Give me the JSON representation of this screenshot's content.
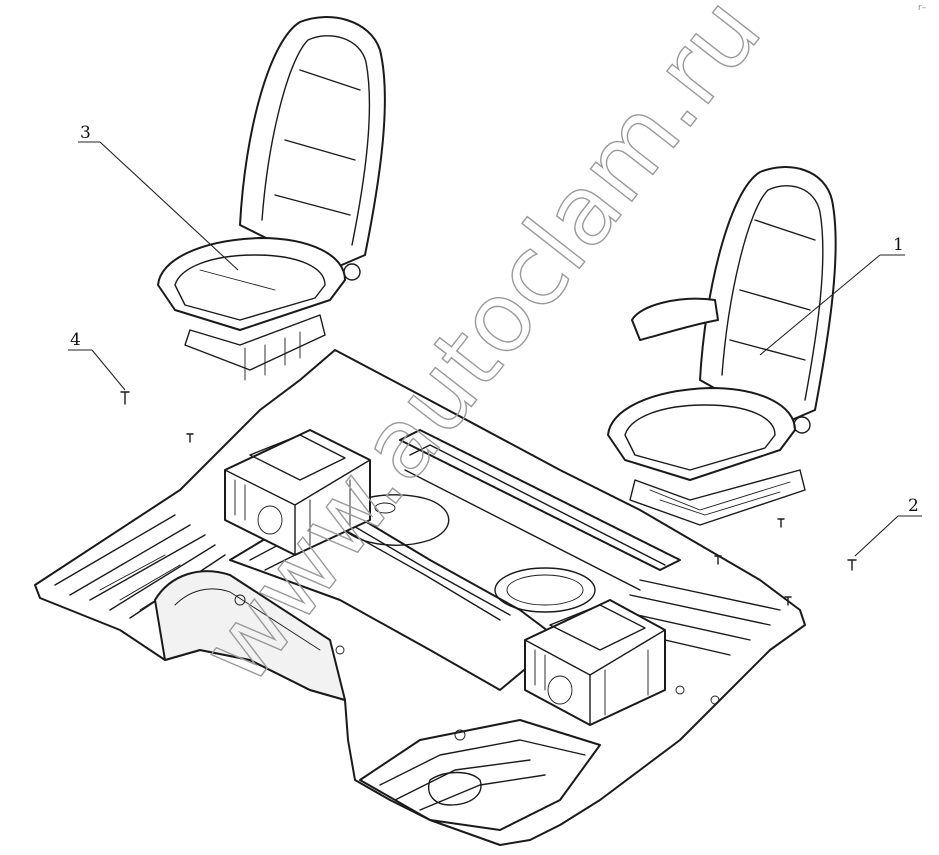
{
  "diagram": {
    "callouts": [
      {
        "id": "1",
        "label": "1"
      },
      {
        "id": "2",
        "label": "2"
      },
      {
        "id": "3",
        "label": "3"
      },
      {
        "id": "4",
        "label": "4"
      }
    ],
    "watermark": "www.autoclam.ru",
    "corner_mark": "r–"
  },
  "colors": {
    "line": "#1a1a1a",
    "background": "#ffffff",
    "watermark": "#9a9a9a"
  }
}
